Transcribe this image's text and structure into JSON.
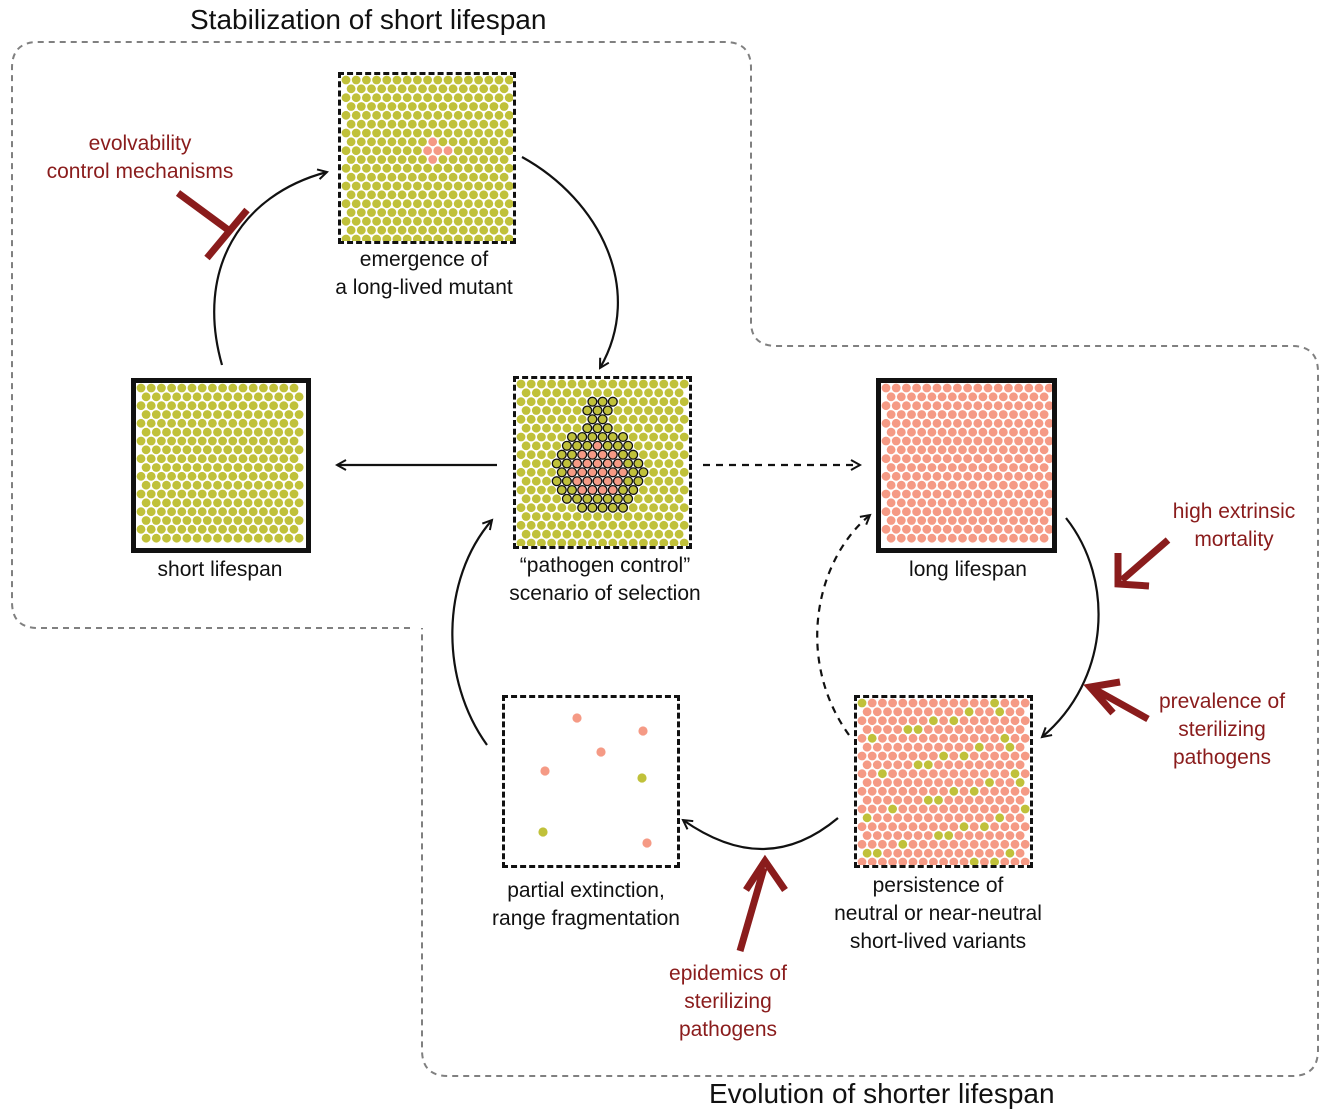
{
  "titles": {
    "top": "Stabilization of short lifespan",
    "bottom": "Evolution of shorter lifespan"
  },
  "states": {
    "emergence": [
      "emergence of",
      "a long-lived mutant"
    ],
    "short_lifespan": [
      "short lifespan"
    ],
    "pathogen_control": [
      "“pathogen control”",
      "scenario of selection"
    ],
    "long_lifespan": [
      "long lifespan"
    ],
    "persistence": [
      "persistence of",
      "neutral or near-neutral",
      "short-lived variants"
    ],
    "partial_extinction": [
      "partial extinction,",
      "range fragmentation"
    ]
  },
  "factors": {
    "evolvability": [
      "evolvability",
      "control mechanisms"
    ],
    "high_extrinsic": [
      "high extrinsic",
      "mortality"
    ],
    "prevalence": [
      "prevalence of",
      "sterilizing",
      "pathogens"
    ],
    "epidemics": [
      "epidemics of",
      "sterilizing",
      "pathogens"
    ]
  },
  "colors": {
    "short_lived": "#c0c13a",
    "long_lived": "#f59a85",
    "factor": "#8a1c1c",
    "outline": "#111111",
    "region_border": "#808080"
  }
}
